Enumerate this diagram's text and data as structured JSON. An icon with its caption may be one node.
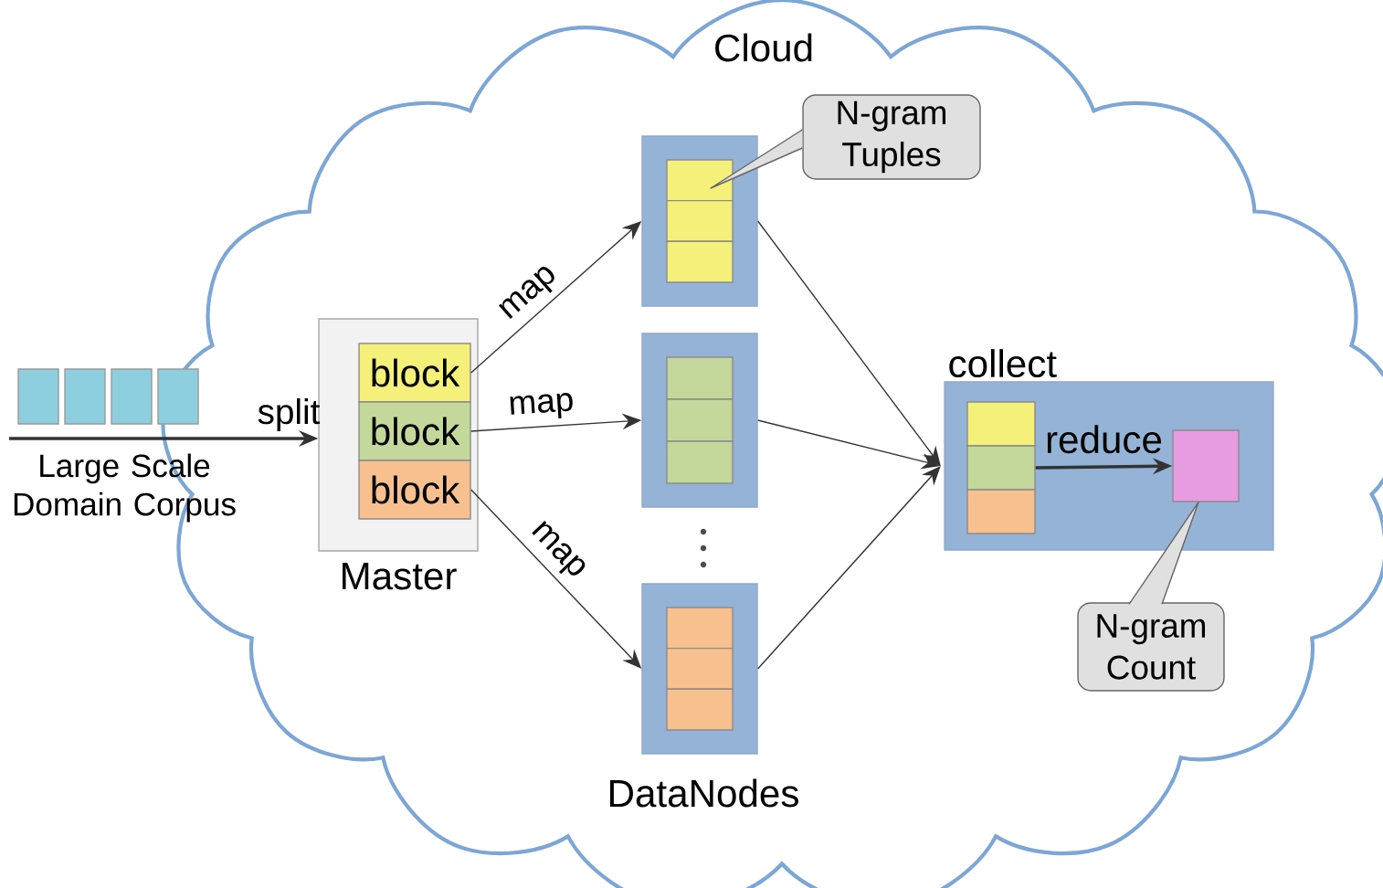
{
  "diagram": {
    "nodes": [
      {
        "text": [
          "Cloud"
        ]
      },
      {
        "text": [],
        "shape": "box",
        "beside": [
          "Large Scale Domain Corpus"
        ]
      },
      {
        "text": [
          "Master"
        ],
        "in": 0
      },
      {
        "text": [
          "block"
        ],
        "in": 2
      },
      {
        "text": [
          "block"
        ],
        "in": 2
      },
      {
        "text": [
          "block"
        ],
        "in": 2
      },
      {
        "text": [],
        "shape": "box",
        "in": 0
      },
      {
        "text": [],
        "shape": "box",
        "in": 0
      },
      {
        "text": [],
        "shape": "box",
        "in": 0
      },
      {
        "text": [
          "collect"
        ],
        "in": 0
      },
      {
        "text": [],
        "shape": "box",
        "in": 9
      },
      {
        "text": [],
        "shape": "box",
        "in": 9
      },
      {
        "text": [
          "N-gram Tuples"
        ],
        "in": 0
      },
      {
        "text": [
          "N-gram Count"
        ],
        "in": 0
      }
    ],
    "edges": [
      {
        "from": 1,
        "to": 2,
        "arrow": "to",
        "label": "split"
      },
      {
        "from": 3,
        "to": 6,
        "arrow": "to",
        "label": "map"
      },
      {
        "from": 4,
        "to": 7,
        "arrow": "to",
        "label": "map"
      },
      {
        "from": 5,
        "to": 8,
        "arrow": "to",
        "label": "map"
      },
      {
        "from": 6,
        "to": 9,
        "arrow": "to"
      },
      {
        "from": 7,
        "to": 9,
        "arrow": "to"
      },
      {
        "from": 8,
        "to": 9,
        "arrow": "to"
      },
      {
        "from": 10,
        "to": 11,
        "arrow": "to",
        "label": "reduce"
      },
      {
        "from": 12,
        "to": 6,
        "arrow": "none"
      },
      {
        "from": 13,
        "to": 11,
        "arrow": "none"
      }
    ],
    "labels": [
      "DataNodes"
    ]
  }
}
